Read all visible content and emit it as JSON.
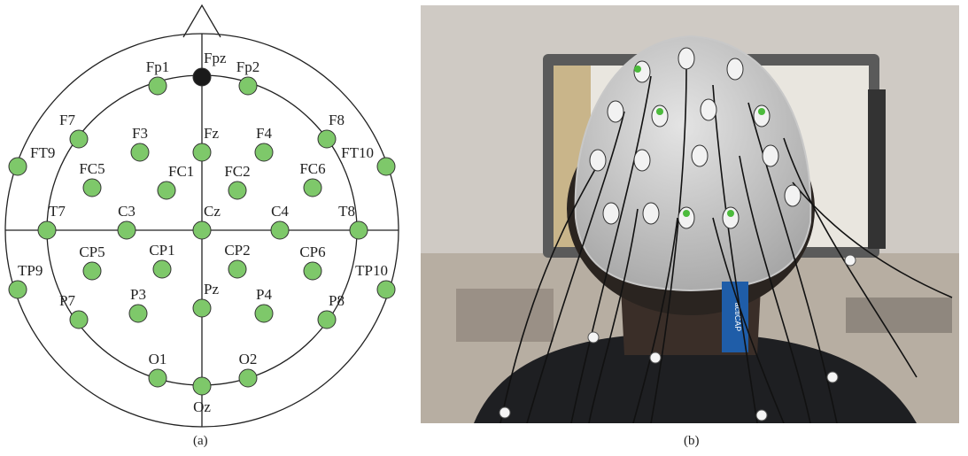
{
  "panel_a": {
    "caption": "(a)",
    "reference": {
      "label": "Fpz",
      "color": "#1a1a1a"
    },
    "electrode_color": "#7ec86a",
    "electrodes": [
      {
        "label": "Fp1"
      },
      {
        "label": "Fp2"
      },
      {
        "label": "F7"
      },
      {
        "label": "F3"
      },
      {
        "label": "Fz"
      },
      {
        "label": "F4"
      },
      {
        "label": "F8"
      },
      {
        "label": "FT9"
      },
      {
        "label": "FC5"
      },
      {
        "label": "FC1"
      },
      {
        "label": "FC2"
      },
      {
        "label": "FC6"
      },
      {
        "label": "FT10"
      },
      {
        "label": "T7"
      },
      {
        "label": "C3"
      },
      {
        "label": "Cz"
      },
      {
        "label": "C4"
      },
      {
        "label": "T8"
      },
      {
        "label": "TP9"
      },
      {
        "label": "CP5"
      },
      {
        "label": "CP1"
      },
      {
        "label": "CP2"
      },
      {
        "label": "CP6"
      },
      {
        "label": "TP10"
      },
      {
        "label": "P7"
      },
      {
        "label": "P3"
      },
      {
        "label": "Pz"
      },
      {
        "label": "P4"
      },
      {
        "label": "P8"
      },
      {
        "label": "O1"
      },
      {
        "label": "Oz"
      },
      {
        "label": "O2"
      }
    ]
  },
  "panel_b": {
    "caption": "(b)",
    "cap_label": "actiCAP"
  }
}
